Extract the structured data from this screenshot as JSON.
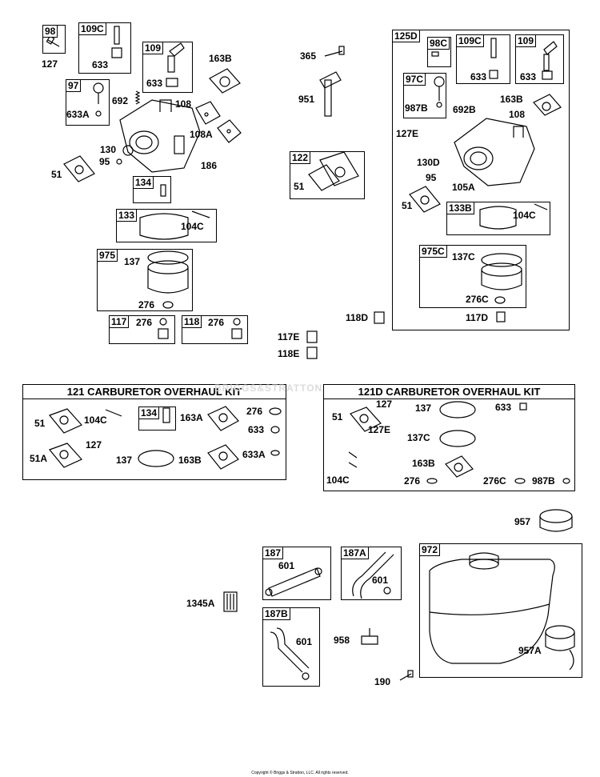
{
  "diagram": {
    "kits": {
      "k121": "121 CARBURETOR OVERHAUL KIT",
      "k121d": "121D CARBURETOR OVERHAUL KIT"
    },
    "tags": {
      "t98": "98",
      "t109c": "109C",
      "t109": "109",
      "t97": "97",
      "t134": "134",
      "t133": "133",
      "t975": "975",
      "t117": "117",
      "t118": "118",
      "t122": "122",
      "t125d": "125D",
      "t98c": "98C",
      "t109c_d": "109C",
      "t109_d": "109",
      "t97c": "97C",
      "t133b": "133B",
      "t975c": "975C",
      "t134_kit": "134",
      "t187": "187",
      "t187a": "187A",
      "t187b": "187B",
      "t972": "972"
    },
    "labels": {
      "l127": "127",
      "l633_a": "633",
      "l163b": "163B",
      "l633_b": "633",
      "l692": "692",
      "l108": "108",
      "l633a": "633A",
      "l108a": "108A",
      "l130": "130",
      "l95": "95",
      "l186": "186",
      "l51": "51",
      "l104c": "104C",
      "l137": "137",
      "l276": "276",
      "l276_117": "276",
      "l276_118": "276",
      "l365": "365",
      "l951": "951",
      "l51_122": "51",
      "l117e": "117E",
      "l118e": "118E",
      "l118d": "118D",
      "d633_a": "633",
      "d633_b": "633",
      "d987b": "987B",
      "d692b": "692B",
      "d163b": "163B",
      "d108": "108",
      "d127e": "127E",
      "d130d": "130D",
      "d95": "95",
      "d105a": "105A",
      "d51": "51",
      "d104c": "104C",
      "d137c": "137C",
      "d276c": "276C",
      "d117d": "117D",
      "k51": "51",
      "k104c": "104C",
      "k163a": "163A",
      "k276": "276",
      "k633": "633",
      "k51a": "51A",
      "k127": "127",
      "k137": "137",
      "k163b": "163B",
      "k633a": "633A",
      "m51": "51",
      "m127": "127",
      "m137": "137",
      "m633": "633",
      "m127e": "127E",
      "m137c": "137C",
      "m163b": "163B",
      "m104c": "104C",
      "m276": "276",
      "m276c": "276C",
      "m987b": "987B",
      "l957": "957",
      "l601_a": "601",
      "l601_b": "601",
      "l601_c": "601",
      "l1345a": "1345A",
      "l958": "958",
      "l957a": "957A",
      "l190": "190"
    },
    "watermark": "BRIGGS&STRATTON",
    "copyright": "Copyright © Briggs & Stratton, LLC. All rights reserved."
  }
}
